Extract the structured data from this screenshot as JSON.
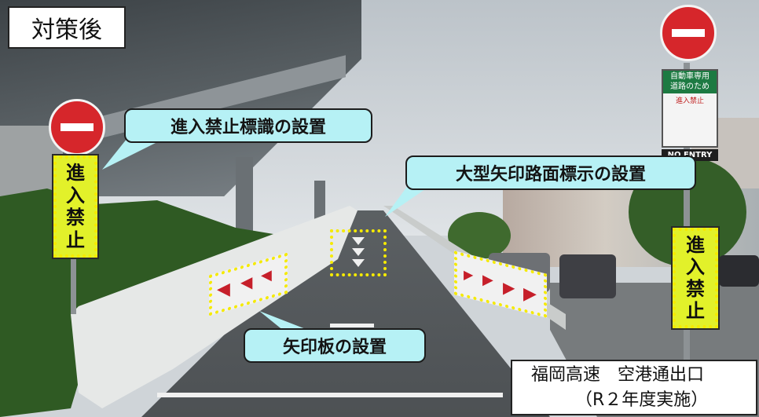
{
  "title": "対策後",
  "callouts": {
    "no_entry_sign": "進入禁止標識の設置",
    "road_arrow_marking": "大型矢印路面標示の設置",
    "arrow_board": "矢印板の設置"
  },
  "panels": {
    "left": [
      "進",
      "入",
      "禁",
      "止"
    ],
    "right": [
      "進",
      "入",
      "禁",
      "止"
    ]
  },
  "sign_small": {
    "green_lines": [
      "自動車専用",
      "道路のため"
    ],
    "body": "進入禁止",
    "english": "NO ENTRY"
  },
  "caption": {
    "line1": "福岡高速　空港通出口",
    "line2": "（R２年度実施）"
  },
  "colors": {
    "callout_bg": "#b6f1f5",
    "highlight": "#f5ea00",
    "panel_bg": "#e2f12a",
    "sign_red": "#d6262b"
  },
  "icons": [
    "no-entry-sign-icon",
    "arrow-left-icon",
    "arrow-right-icon",
    "road-arrow-icon"
  ]
}
